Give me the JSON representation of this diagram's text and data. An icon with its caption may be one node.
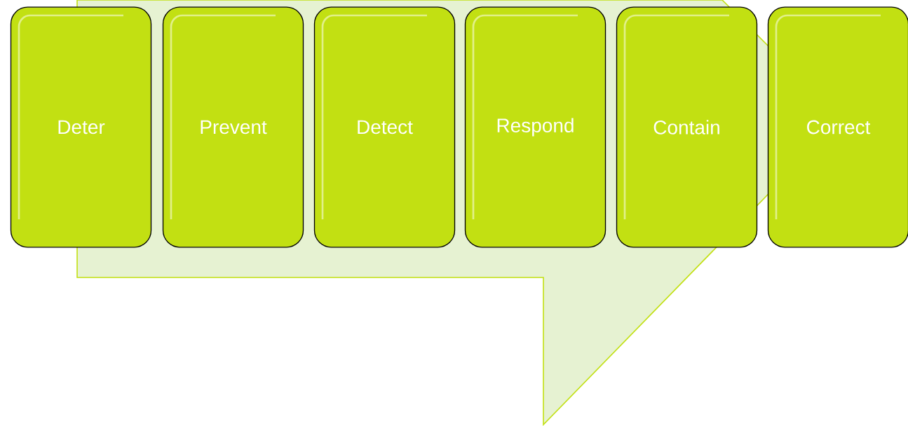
{
  "diagram": {
    "nodes": [
      {
        "text": [
          "Deter"
        ]
      },
      {
        "text": [
          "Prevent"
        ]
      },
      {
        "text": [
          "Detect"
        ]
      },
      {
        "text": [
          "Respond"
        ]
      },
      {
        "text": [
          "Contain"
        ]
      },
      {
        "text": [
          "Correct"
        ]
      }
    ]
  }
}
